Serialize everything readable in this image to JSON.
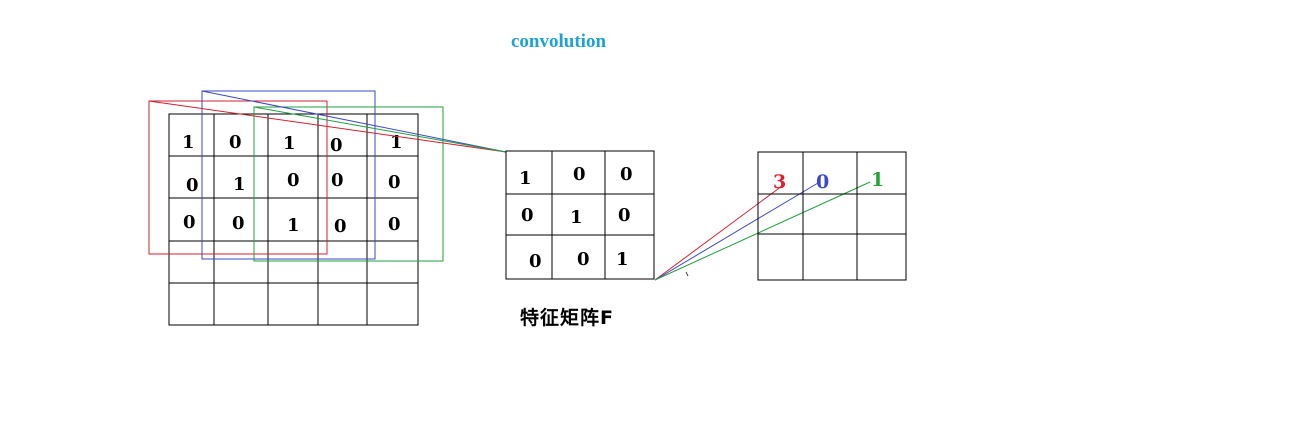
{
  "title": "convolution",
  "caption": "特征矩阵F",
  "input_grid": {
    "rows": 5,
    "cols": 5,
    "values": [
      [
        "1",
        "0",
        "1",
        "0",
        "1"
      ],
      [
        "0",
        "1",
        "0",
        "0",
        "0"
      ],
      [
        "0",
        "0",
        "1",
        "0",
        "0"
      ],
      [
        "",
        "",
        "",
        "",
        ""
      ],
      [
        "",
        "",
        "",
        "",
        ""
      ]
    ]
  },
  "kernel_grid": {
    "rows": 3,
    "cols": 3,
    "values": [
      [
        "1",
        "0",
        "0"
      ],
      [
        "0",
        "1",
        "0"
      ],
      [
        "0",
        "0",
        "1"
      ]
    ]
  },
  "output_grid": {
    "rows": 3,
    "cols": 3,
    "values": [
      [
        "3",
        "0",
        "1"
      ],
      [
        "",
        "",
        ""
      ],
      [
        "",
        "",
        ""
      ]
    ]
  },
  "colors": {
    "window_1": "#d42030",
    "window_2": "#3a48c8",
    "window_3": "#20a040",
    "output_1": "#e0202c",
    "output_2": "#3a48d0",
    "output_3": "#22a535",
    "title": "#1ea2d6"
  }
}
